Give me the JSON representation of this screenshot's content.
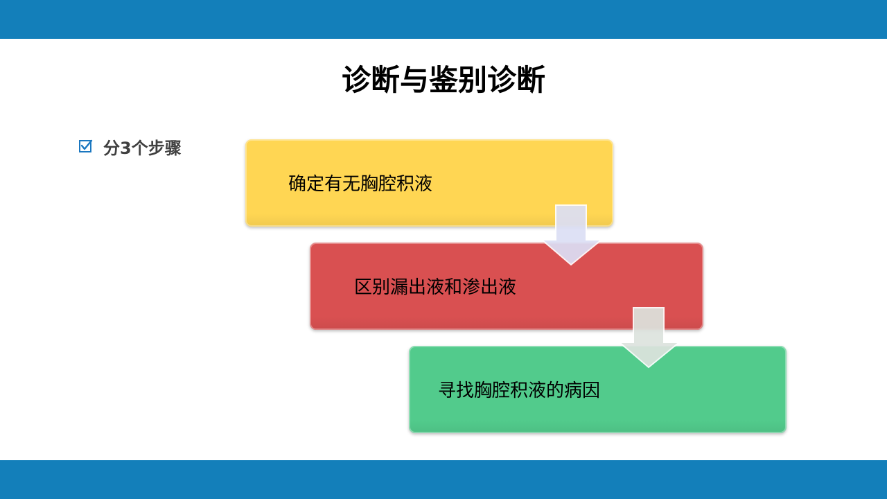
{
  "colors": {
    "header_bar": "#137fba",
    "footer_bar": "#137fba",
    "bullet_icon": "#1a77c0",
    "step_1": "#ffd653",
    "step_2": "#d95051",
    "step_3": "#52cb8c",
    "arrow_1": "#dcdff5",
    "arrow_2": "#dde3de"
  },
  "slide": {
    "title": "诊断与鉴别诊断"
  },
  "bullet": {
    "icon": "checkbox-icon",
    "text": "分3个步骤"
  },
  "steps": [
    {
      "label": "确定有无胸腔积液"
    },
    {
      "label": "区别漏出液和渗出液"
    },
    {
      "label": "寻找胸腔积液的病因"
    }
  ],
  "arrows": [
    {
      "icon": "down-arrow-icon"
    },
    {
      "icon": "down-arrow-icon"
    }
  ]
}
